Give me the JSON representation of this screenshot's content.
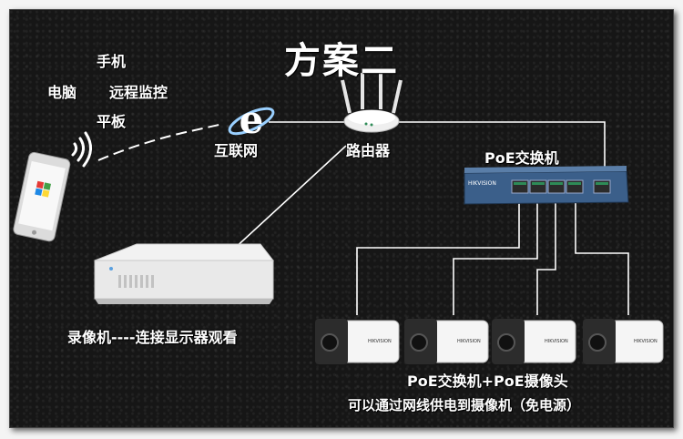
{
  "title": "方案二",
  "devices_remote": {
    "phone": "手机",
    "computer": "电脑",
    "remote_monitor": "远程监控",
    "tablet": "平板"
  },
  "internet_label": "互联网",
  "router_label": "路由器",
  "switch_label": "PoE交换机",
  "nvr_label": "录像机----连接显示器观看",
  "camera_caption": "PoE交换机+PoE摄像头",
  "power_note": "可以通过网线供电到摄像机（免电源）",
  "colors": {
    "background": "#161616",
    "line": "#ffffff",
    "switch_body": "#3b5f8a",
    "port_accent": "#2e8b57"
  },
  "icons": [
    "smartphone-icon",
    "wifi-signal-icon",
    "internet-explorer-icon",
    "router-icon",
    "poe-switch-icon",
    "nvr-recorder-icon",
    "bullet-camera-icon"
  ]
}
